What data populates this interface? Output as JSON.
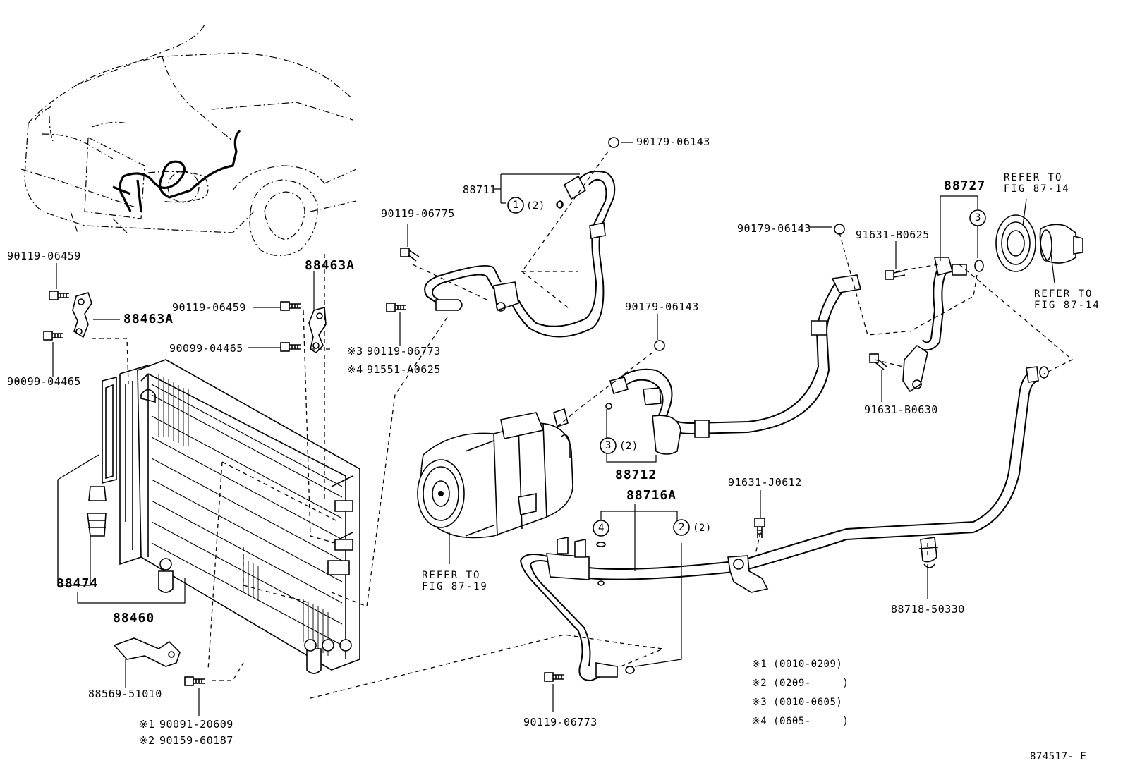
{
  "diagram_id": "874517- E",
  "parts": {
    "p88711": "88711",
    "p88712": "88712",
    "p88716A": "88716A",
    "p88727": "88727",
    "p88463A_top": "88463A",
    "p88463A_left": "88463A",
    "p88474": "88474",
    "p88460": "88460",
    "p88569": "88569-51010",
    "p88718": "88718-50330",
    "b90179_a": "90179-06143",
    "b90179_b": "90179-06143",
    "b90179_c": "90179-06143",
    "b90119_06775": "90119-06775",
    "b90119_06459_a": "90119-06459",
    "b90119_06459_b": "90119-06459",
    "b90099_a": "90099-04465",
    "b90099_b": "90099-04465",
    "b90119_06773_a": "90119-06773",
    "b91551": "91551-A0625",
    "b91631_B0625": "91631-B0625",
    "b91631_B0630": "91631-B0630",
    "b91631_J0612": "91631-J0612",
    "b90119_06773_b": "90119-06773",
    "b90091": "90091-20609",
    "b90159": "90159-60187"
  },
  "markers": {
    "m3": "※3",
    "m4": "※4",
    "m1": "※1",
    "m2": "※2"
  },
  "circled": {
    "c1": "1",
    "c3a": "3",
    "c3b": "3",
    "c4": "4",
    "c2": "2"
  },
  "qty": {
    "q1": "(2)",
    "q3": "(2)",
    "q2": "(2)"
  },
  "refers": {
    "r_top1": "REFER TO\nFIG 87-14",
    "r_top2": "REFER TO\nFIG 87-14",
    "r_comp": "REFER TO\nFIG 87-19"
  },
  "notes": [
    {
      "mark": "※1",
      "text": "(0010-0209)"
    },
    {
      "mark": "※2",
      "text": "(0209-     )"
    },
    {
      "mark": "※3",
      "text": "(0010-0605)"
    },
    {
      "mark": "※4",
      "text": "(0605-     )"
    }
  ]
}
